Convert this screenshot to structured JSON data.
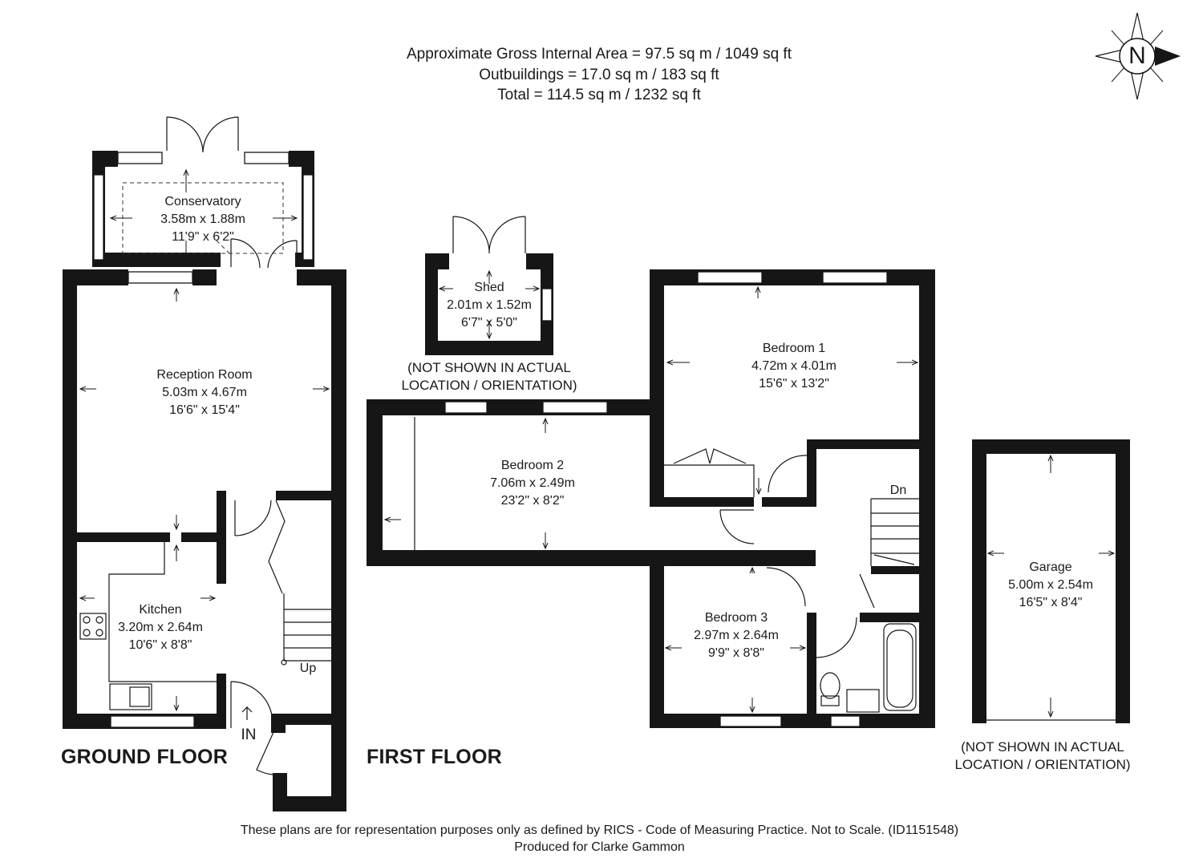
{
  "header": {
    "area_line1": "Approximate Gross Internal Area = 97.5 sq m / 1049 sq ft",
    "area_line2": "Outbuildings = 17.0 sq m / 183 sq ft",
    "area_line3": "Total = 114.5 sq m / 1232 sq ft"
  },
  "compass": {
    "label": "N"
  },
  "rooms": {
    "conservatory": {
      "name": "Conservatory",
      "metric": "3.58m x 1.88m",
      "imperial": "11'9\" x 6'2\""
    },
    "reception": {
      "name": "Reception Room",
      "metric": "5.03m x 4.67m",
      "imperial": "16'6\" x 15'4\""
    },
    "kitchen": {
      "name": "Kitchen",
      "metric": "3.20m x 2.64m",
      "imperial": "10'6\" x 8'8\""
    },
    "shed": {
      "name": "Shed",
      "metric": "2.01m x 1.52m",
      "imperial": "6'7\" x 5'0\""
    },
    "bedroom1": {
      "name": "Bedroom 1",
      "metric": "4.72m x 4.01m",
      "imperial": "15'6\" x 13'2\""
    },
    "bedroom2": {
      "name": "Bedroom 2",
      "metric": "7.06m x 2.49m",
      "imperial": "23'2\" x 8'2\""
    },
    "bedroom3": {
      "name": "Bedroom 3",
      "metric": "2.97m x 2.64m",
      "imperial": "9'9\" x 8'8\""
    },
    "garage": {
      "name": "Garage",
      "metric": "5.00m x 2.54m",
      "imperial": "16'5\" x 8'4\""
    }
  },
  "labels": {
    "up": "Up",
    "dn": "Dn",
    "entrance": "IN",
    "ground_floor": "GROUND FLOOR",
    "first_floor": "FIRST FLOOR"
  },
  "notes": {
    "shed_line1": "(NOT SHOWN IN ACTUAL",
    "shed_line2": "LOCATION / ORIENTATION)",
    "garage_line1": "(NOT SHOWN IN ACTUAL",
    "garage_line2": "LOCATION / ORIENTATION)"
  },
  "footer": {
    "disclaimer": "These plans are for representation purposes only as defined by RICS - Code of Measuring Practice. Not to Scale. (ID1151548)",
    "producer": "Produced for Clarke Gammon"
  }
}
